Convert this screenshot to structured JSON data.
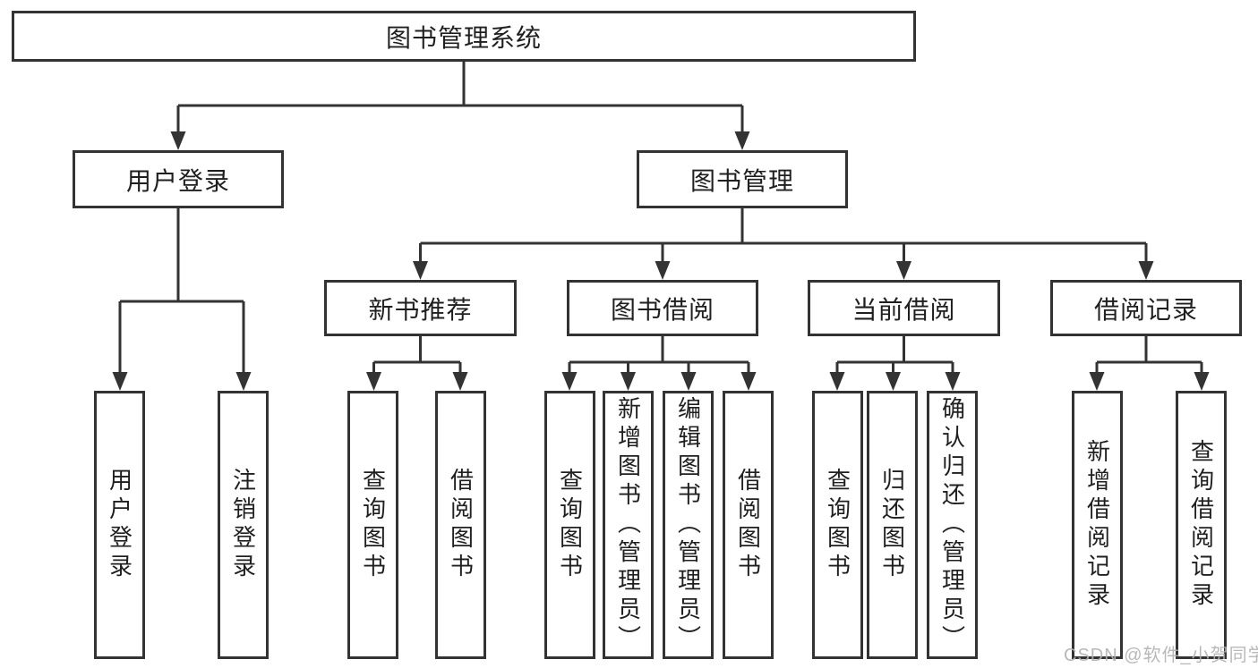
{
  "tree": {
    "root": "图书管理系统",
    "branches": [
      {
        "label": "用户登录",
        "leaves": [
          "用户登录",
          "注销登录"
        ]
      },
      {
        "label": "图书管理",
        "children": [
          {
            "label": "新书推荐",
            "leaves": [
              "查询图书",
              "借阅图书"
            ]
          },
          {
            "label": "图书借阅",
            "leaves": [
              "查询图书",
              "新增图书（管理员）",
              "编辑图书（管理员）",
              "借阅图书"
            ]
          },
          {
            "label": "当前借阅",
            "leaves": [
              "查询图书",
              "归还图书",
              "确认归还（管理员）"
            ]
          },
          {
            "label": "借阅记录",
            "leaves": [
              "新增借阅记录",
              "查询借阅记录"
            ]
          }
        ]
      }
    ]
  },
  "watermark": "CSDN @软件_小贺同学",
  "colors": {
    "line": "#333333",
    "text": "#1f1f1f",
    "box_fill": "#ffffff",
    "background": "#ffffff",
    "watermark": "#b3b3b3"
  }
}
